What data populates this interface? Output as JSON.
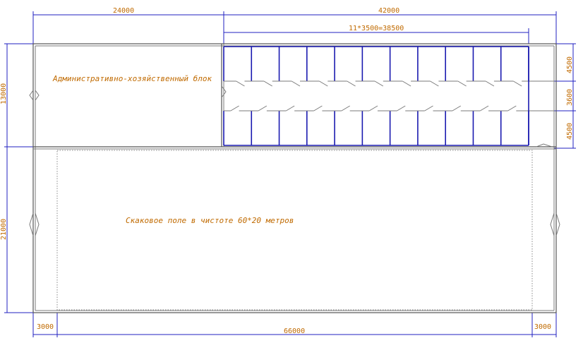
{
  "dimensions": {
    "admin_width": "24000",
    "stables_width": "42000",
    "stalls_span": "11*3500=38500",
    "total_height_top": "13000",
    "total_height_bottom": "21000",
    "stall_depth_top": "4500",
    "corridor_width": "3600",
    "stall_depth_bottom": "4500",
    "offset_left": "3000",
    "offset_right": "3000",
    "total_width": "66000"
  },
  "labels": {
    "admin_block": "Административно-хозяйственный блок",
    "jump_field": "Скаковое поле в чистоте 60*20 метров"
  },
  "stalls": {
    "count": 11
  },
  "colors": {
    "dimension_line": "#2020c0",
    "text": "#c06a00",
    "wall": "#7a7a7a"
  }
}
